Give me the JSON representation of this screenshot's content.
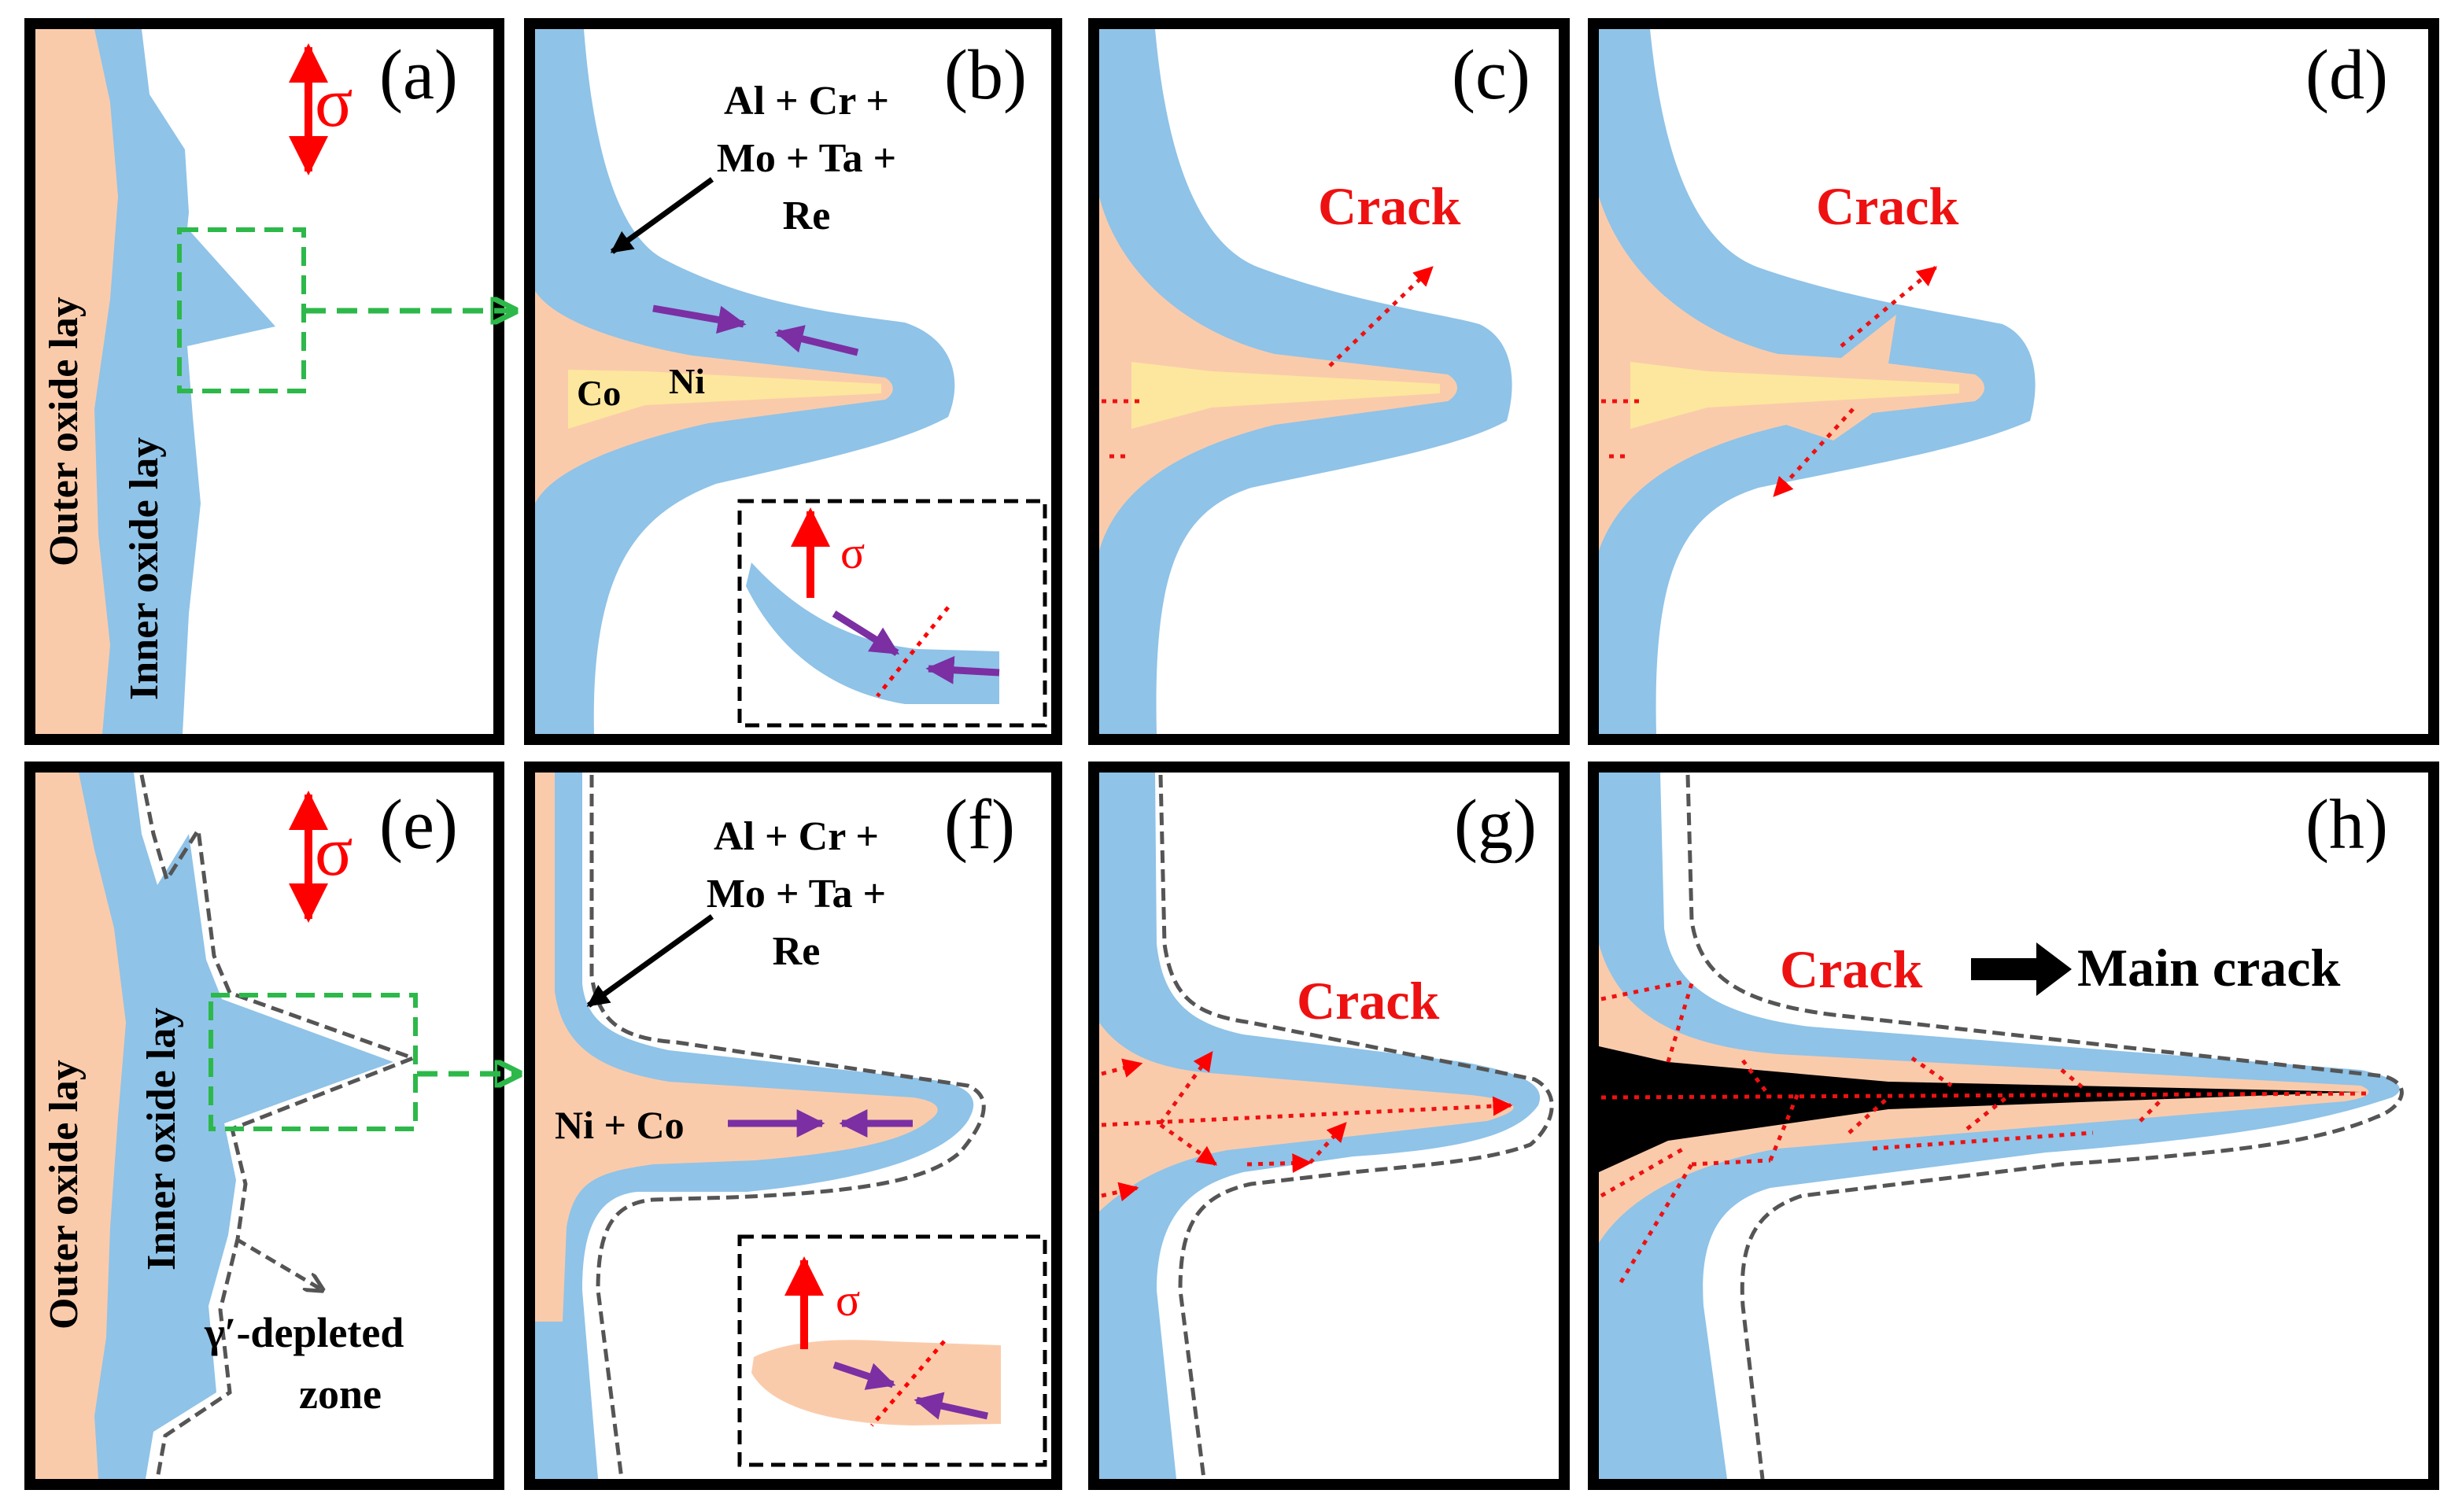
{
  "colors": {
    "outer_oxide": "#FACBAB",
    "inner_oxide": "#8FC3E8",
    "core": "#FDE79E",
    "stress_arrow": "#FF0000",
    "crack_text": "#EE1111",
    "zoom_box": "#2DB84A",
    "diffusion_arrow": "#7B2FA3",
    "depleted_boundary": "#555555",
    "main_crack": "#000000",
    "frame": "#000000"
  },
  "panels": {
    "a": {
      "label": "(a)",
      "sigma": "σ",
      "outer_label": "Outer oxide lay",
      "inner_label": "Inner oxide lay"
    },
    "b": {
      "label": "(b)",
      "elements": [
        "Al + Cr +",
        "Mo + Ta +",
        "Re"
      ],
      "co": "Co",
      "ni": "Ni",
      "inset_sigma": "σ"
    },
    "c": {
      "label": "(c)",
      "crack": "Crack"
    },
    "d": {
      "label": "(d)",
      "crack": "Crack"
    },
    "e": {
      "label": "(e)",
      "sigma": "σ",
      "outer_label": "Outer oxide lay",
      "inner_label": "Inner oxide lay",
      "zone_line1": "γ′-depleted",
      "zone_line2": "zone"
    },
    "f": {
      "label": "(f)",
      "elements": [
        "Al + Cr +",
        "Mo + Ta +",
        "Re"
      ],
      "nico": "Ni + Co",
      "inset_sigma": "σ"
    },
    "g": {
      "label": "(g)",
      "crack": "Crack"
    },
    "h": {
      "label": "(h)",
      "crack": "Crack",
      "main_crack": "Main crack"
    }
  },
  "icons": [
    "double-arrow-icon",
    "zoom-arrow-icon",
    "pointer-arrow-icon",
    "diffusion-arrow-icon",
    "crack-path-icon",
    "thick-arrow-icon"
  ]
}
